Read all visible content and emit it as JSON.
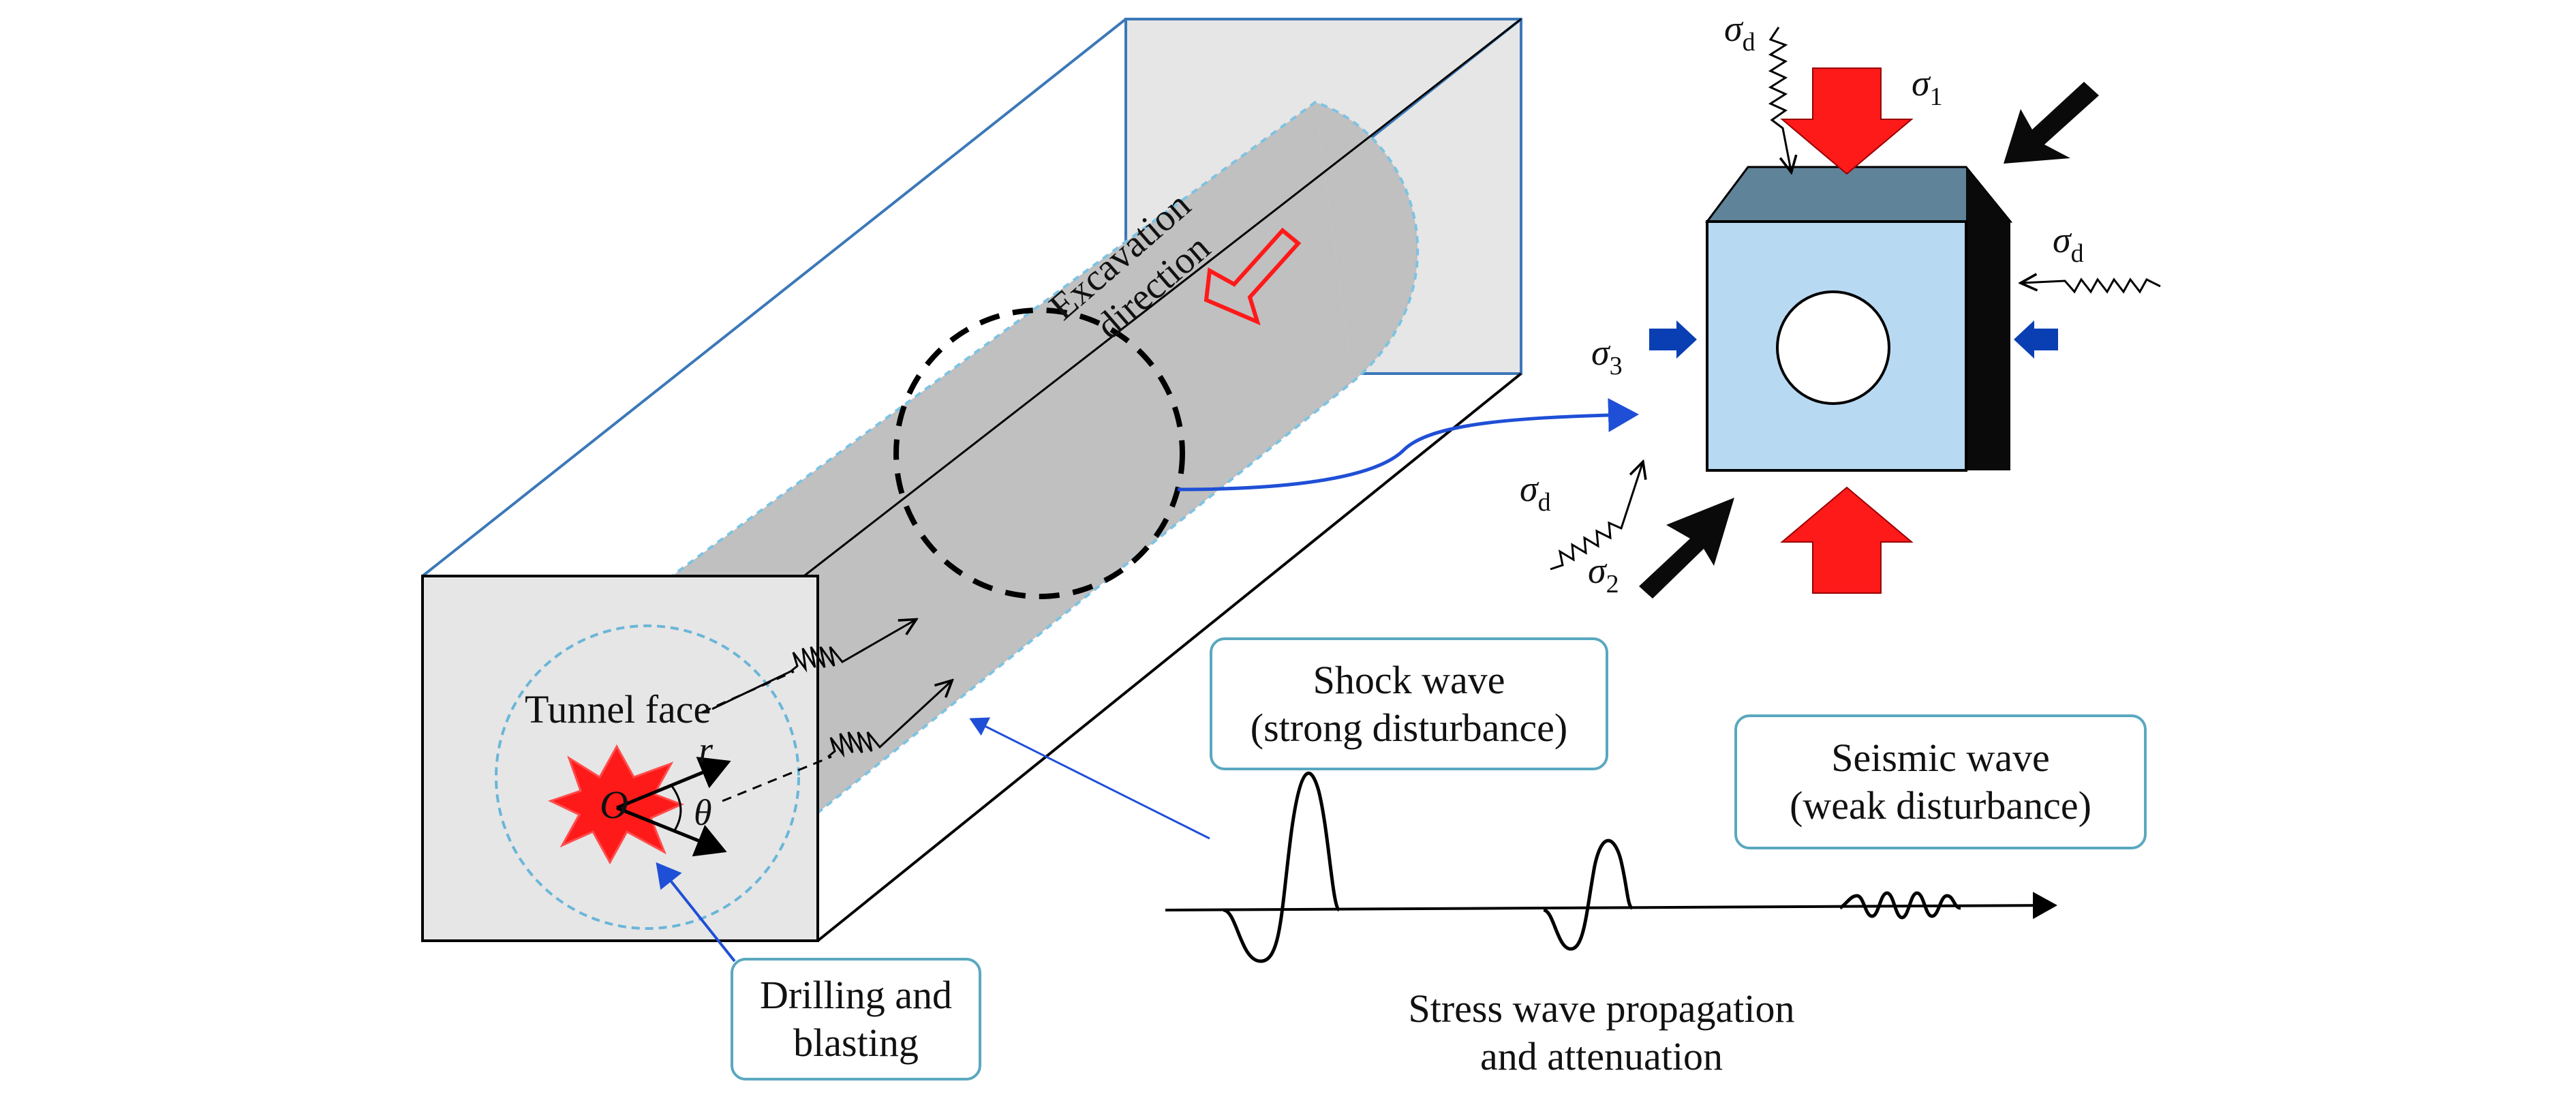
{
  "labels": {
    "excavation_line1": "Excavation",
    "excavation_line2": "direction",
    "tunnel_face": "Tunnel face",
    "origin": "O",
    "radius": "r",
    "angle": "θ",
    "drilling_line1": "Drilling and",
    "drilling_line2": "blasting",
    "shock_line1": "Shock wave",
    "shock_line2": "(strong disturbance)",
    "seismic_line1": "Seismic wave",
    "seismic_line2": "(weak disturbance)",
    "stress_line1": "Stress wave propagation",
    "stress_line2": "and attenuation"
  },
  "stresses": {
    "sigma": "σ",
    "sub_d": "d",
    "sub_1": "1",
    "sub_2": "2",
    "sub_3": "3"
  },
  "colors": {
    "outline_blue": "#3b78b8",
    "tunnel_gray": "#c0c0c0",
    "panel_gray": "#e6e6e6",
    "callout_border": "#5aa8bf",
    "cube_front": "#b8d9f2",
    "cube_top": "#5f8399",
    "arrow_red": "#ff1a1a",
    "arrow_blue": "#0a3fb3",
    "pointer_blue": "#1f4fd6"
  }
}
